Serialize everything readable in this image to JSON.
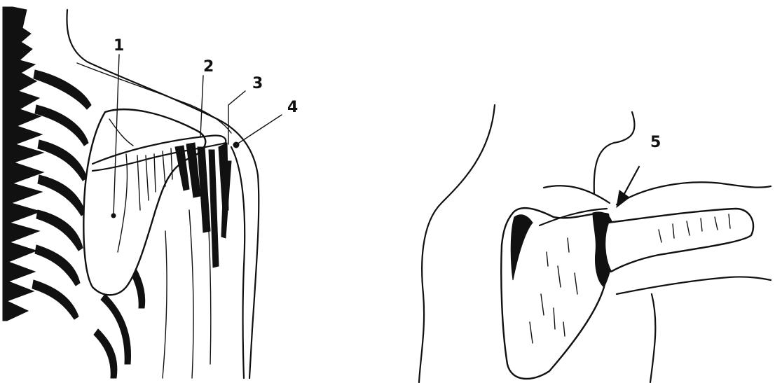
{
  "labels": {
    "l1": "1",
    "l2": "2",
    "l3": "3",
    "l4": "4",
    "l5": "5"
  },
  "colors": {
    "ink": "#111111",
    "paper": "#ffffff"
  }
}
